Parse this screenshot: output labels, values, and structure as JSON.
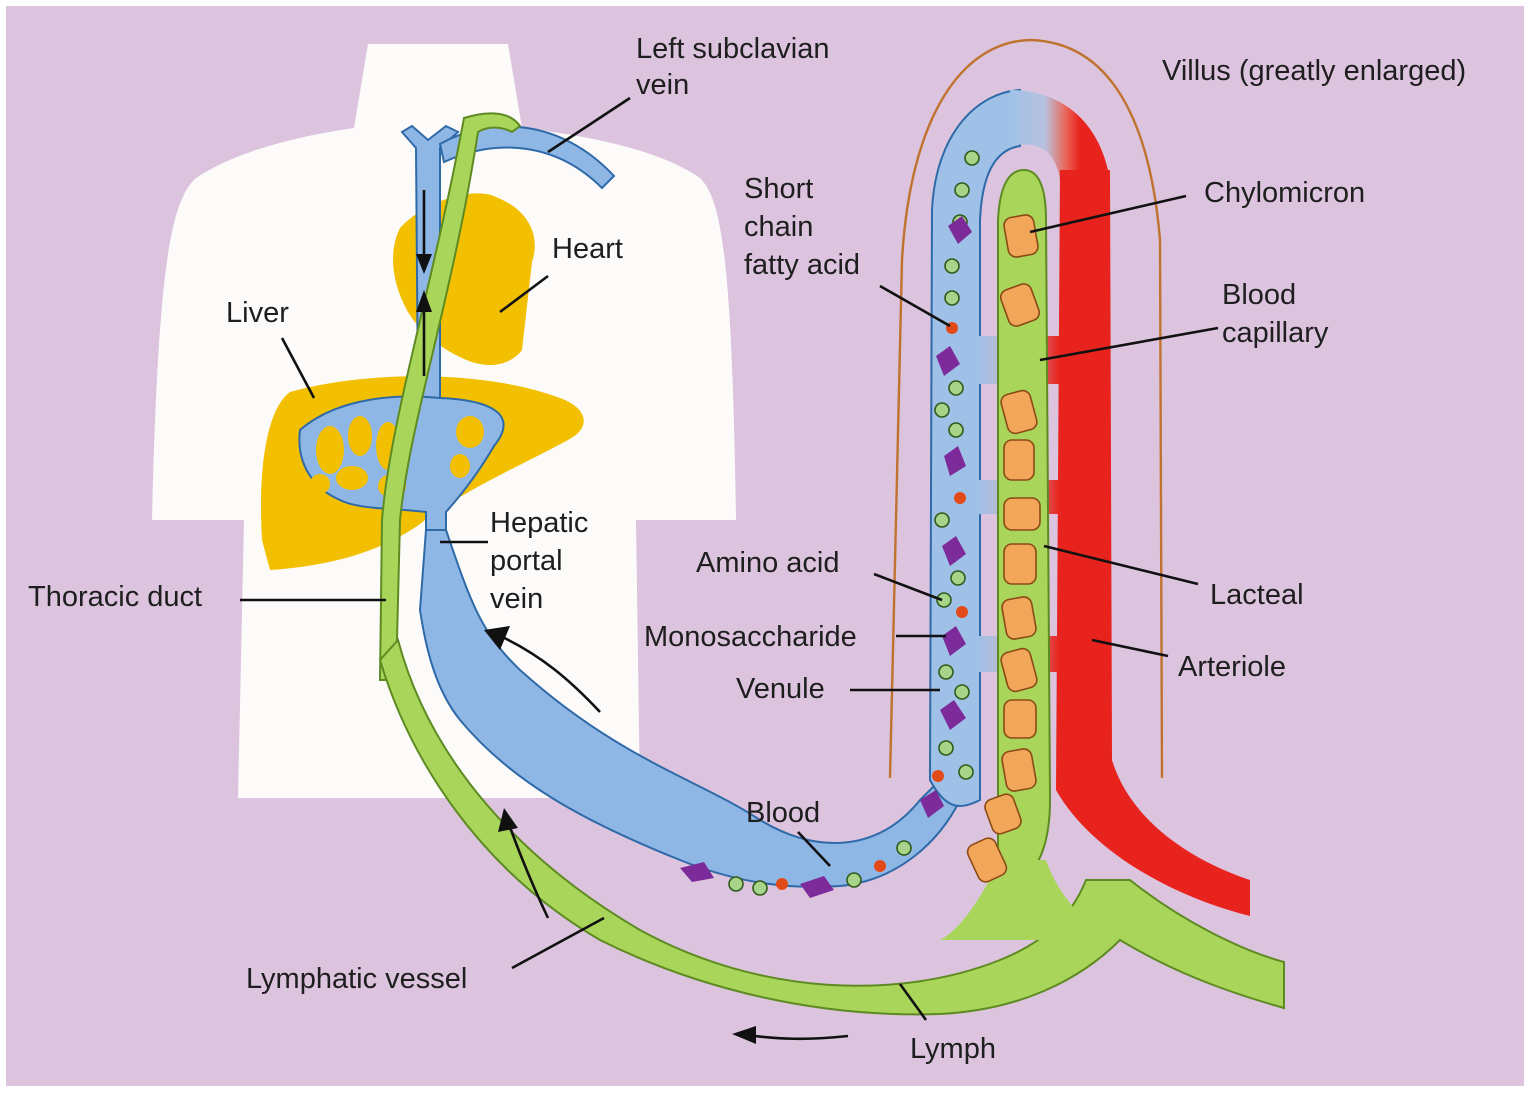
{
  "labels": {
    "left_subclavian_vein": [
      "Left subclavian",
      "vein"
    ],
    "heart": "Heart",
    "liver": "Liver",
    "hepatic_portal_vein": [
      "Hepatic",
      "portal",
      "vein"
    ],
    "thoracic_duct": "Thoracic duct",
    "lymphatic_vessel": "Lymphatic vessel",
    "short_chain_fatty_acid": [
      "Short",
      "chain",
      "fatty acid"
    ],
    "amino_acid": "Amino acid",
    "monosaccharide": "Monosaccharide",
    "venule": "Venule",
    "blood": "Blood",
    "lymph": "Lymph",
    "villus": "Villus (greatly enlarged)",
    "chylomicron": "Chylomicron",
    "blood_capillary": [
      "Blood",
      "capillary"
    ],
    "lacteal": "Lacteal",
    "arteriole": "Arteriole"
  },
  "colors": {
    "background": "#dcc4df",
    "body": "#fcfbfa",
    "liver_heart": "#f2c000",
    "vein": "#8fb7e6",
    "vein_stroke": "#2f6aa8",
    "lymph": "#a9d65a",
    "lymph_stroke": "#5e8a22",
    "arteriole": "#e8221c",
    "chylomicron": "#f2a65a",
    "amino_acid": "#a8d48a",
    "monosaccharide": "#7d2b9a",
    "fatty_acid": "#e34a1a",
    "villus_outline": "#c0732e"
  }
}
